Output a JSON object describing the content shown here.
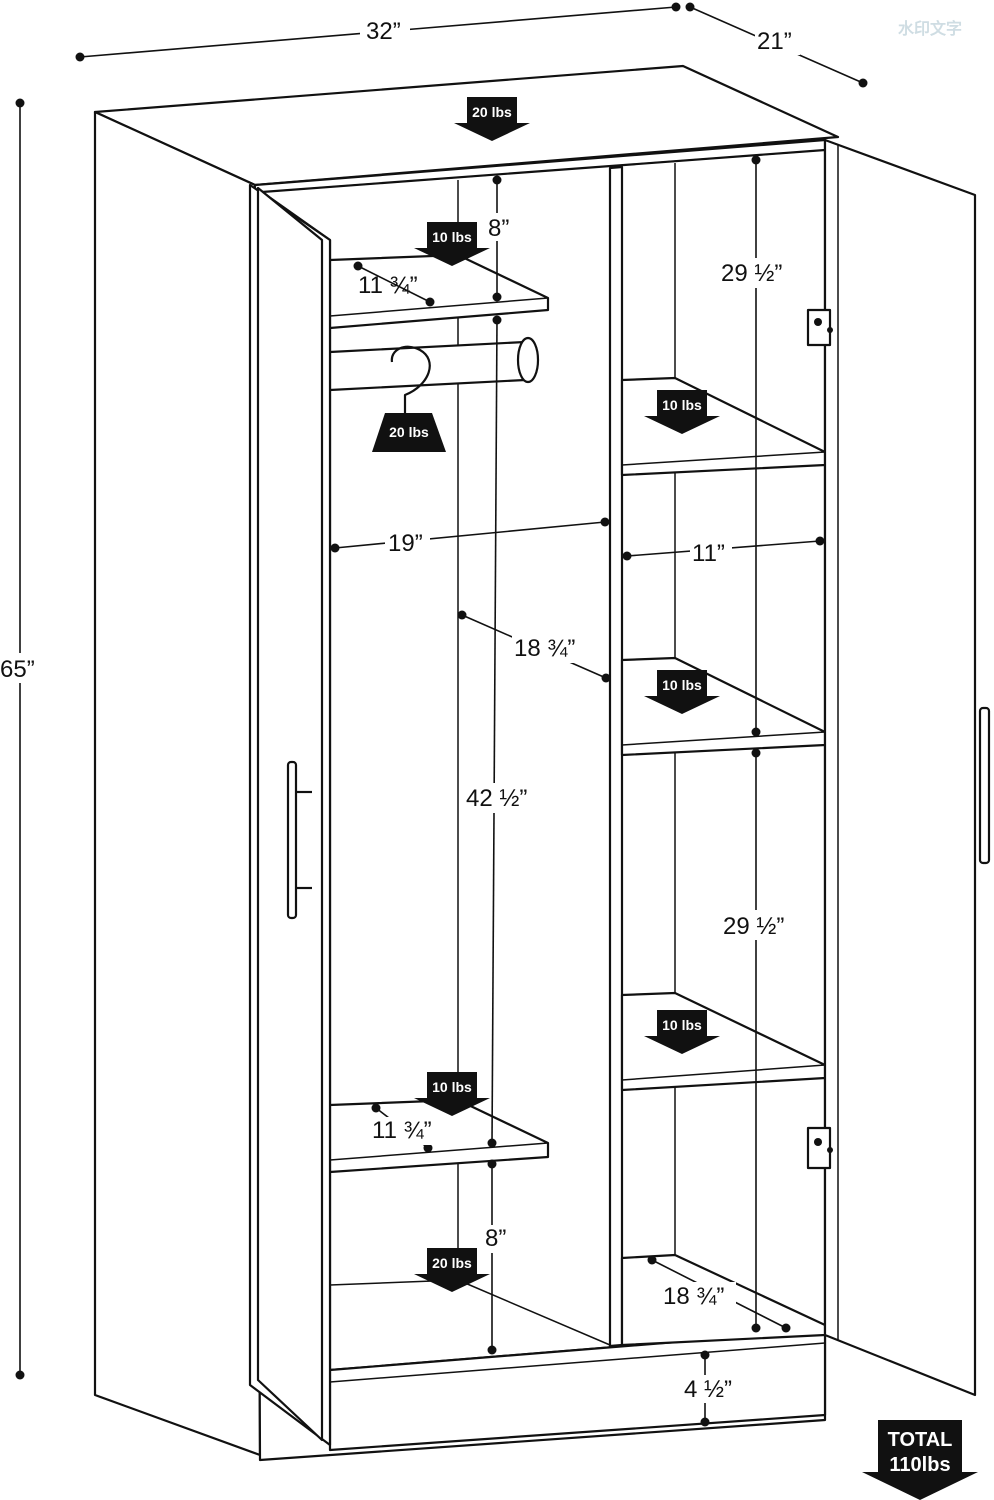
{
  "watermark": "水印文字",
  "dimensions": {
    "width": "32”",
    "depth": "21”",
    "height": "65”",
    "top_shelf_gap": "8”",
    "top_shelf_depth": "11 ¾”",
    "right_upper_height": "29 ½”",
    "left_width": "19”",
    "right_width": "11”",
    "left_depth": "18 ¾”",
    "hanging_height": "42 ½”",
    "right_lower_height": "29 ½”",
    "bottom_shelf_depth": "11 ¾”",
    "bottom_shelf_gap": "8”",
    "right_depth": "18 ¾”",
    "base_height": "4 ½”"
  },
  "weights": {
    "top": "20 lbs",
    "left_top_shelf": "10 lbs",
    "rod": "20 lbs",
    "right_shelf_1": "10 lbs",
    "right_shelf_2": "10 lbs",
    "right_shelf_3": "10 lbs",
    "left_bottom_shelf": "10 lbs",
    "left_floor": "20 lbs"
  },
  "total": {
    "line1": "TOTAL",
    "line2": "110lbs"
  }
}
